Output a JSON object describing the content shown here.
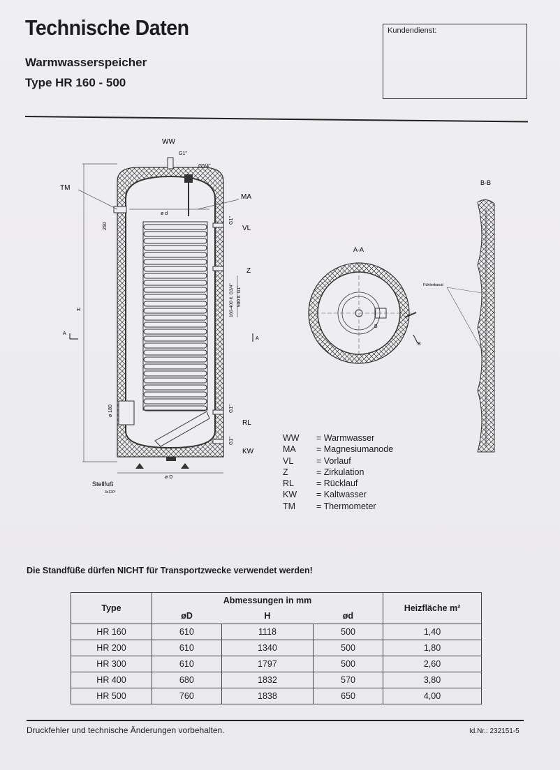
{
  "header": {
    "title": "Technische Daten",
    "subtitle": "Warmwasserspeicher",
    "type_line": "Type HR 160 - 500",
    "kundendienst_label": "Kundendienst:"
  },
  "drawing": {
    "labels": {
      "ww": "WW",
      "tm": "TM",
      "ma": "MA",
      "vl": "VL",
      "z": "Z",
      "rl": "RL",
      "kw": "KW",
      "g1_top": "G1\"",
      "g54": "G5/4\"",
      "od_inner": "ø d",
      "h": "H",
      "dim_250": "250",
      "g1_vl": "G1\"",
      "z_dims_1": "160-400 lt. G3/4\"",
      "z_dims_2": "500 lt. G1\"",
      "a_left": "A",
      "a_right": "A",
      "d180": "ø 180",
      "g1_rl": "G1\"",
      "g1_kw": "G1\"",
      "od_outer": "ø D",
      "stellfuss": "Stellfuß",
      "stellfuss_sub": "3x120°",
      "section_aa": "A-A",
      "b_mark": "B",
      "b_mark2": "B",
      "section_bb": "B-B",
      "fuehlerkanal": "Fühlerkanal"
    }
  },
  "legend": [
    {
      "code": "WW",
      "text": "= Warmwasser"
    },
    {
      "code": "MA",
      "text": "= Magnesiumanode"
    },
    {
      "code": "VL",
      "text": "= Vorlauf"
    },
    {
      "code": "Z",
      "text": "= Zirkulation"
    },
    {
      "code": "RL",
      "text": "= Rücklauf"
    },
    {
      "code": "KW",
      "text": "= Kaltwasser"
    },
    {
      "code": "TM",
      "text": "= Thermometer"
    }
  ],
  "warning": "Die Standfüße dürfen NICHT für Transportzwecke verwendet werden!",
  "table": {
    "col_type": "Type",
    "group_header": "Abmessungen in mm",
    "col_oD": "øD",
    "col_H": "H",
    "col_od": "ød",
    "col_heiz": "Heizfläche m²",
    "rows": [
      [
        "HR 160",
        "610",
        "1118",
        "500",
        "1,40"
      ],
      [
        "HR 200",
        "610",
        "1340",
        "500",
        "1,80"
      ],
      [
        "HR 300",
        "610",
        "1797",
        "500",
        "2,60"
      ],
      [
        "HR 400",
        "680",
        "1832",
        "570",
        "3,80"
      ],
      [
        "HR 500",
        "760",
        "1838",
        "650",
        "4,00"
      ]
    ]
  },
  "footer": {
    "left": "Druckfehler und technische Änderungen vorbehalten.",
    "right": "Id.Nr.: 232151-5"
  }
}
